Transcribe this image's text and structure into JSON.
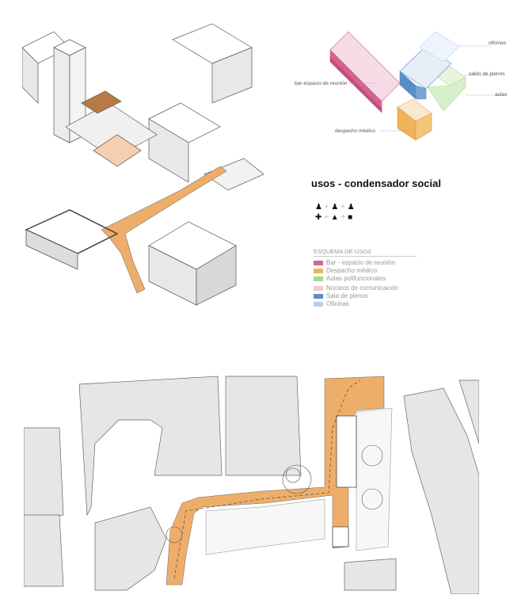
{
  "diagram": {
    "title": "usos - condensador social",
    "axo_labels": {
      "oficinas": "oficinas",
      "salon": "salón de plenos",
      "aulas": "aulas",
      "bar": "bar-espacio de reunión",
      "despacho": "despacho médico"
    },
    "legend": {
      "heading": "ESQUEMA DE USOS",
      "items": [
        {
          "label": "Bar - espacio de reunión",
          "color": "#d4648f"
        },
        {
          "label": "Despacho médico",
          "color": "#f0b35a"
        },
        {
          "label": "Aulas polifuncionales",
          "color": "#a9d98c"
        },
        {
          "label": "Núcleos de comunicación",
          "color": "#f2c8d4"
        },
        {
          "label": "Sala de plenos",
          "color": "#5b8cc9"
        },
        {
          "label": "Oficinas",
          "color": "#b8d0ea"
        }
      ]
    },
    "colors": {
      "path": "#eeae6a",
      "building": "#e6e6e6",
      "line": "#444444"
    }
  }
}
